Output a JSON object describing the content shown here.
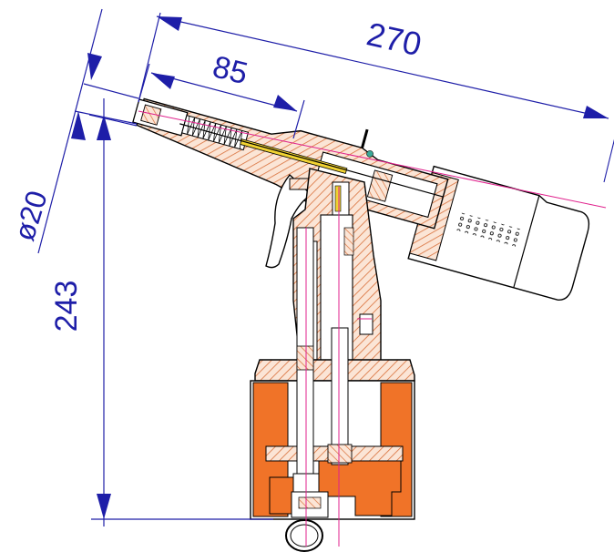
{
  "drawing": {
    "dimensions": {
      "overall_length": "270",
      "nose_length": "85",
      "diameter": "ø20",
      "height": "243"
    },
    "colors": {
      "dimension": "#1e1ea8",
      "outline": "#000000",
      "hatch": "#d9703a",
      "solid_orange": "#f07328",
      "centerline": "#e0208c",
      "shaft": "#f0d232",
      "valve": "#39a898",
      "body_fill": "#ffffff"
    }
  }
}
